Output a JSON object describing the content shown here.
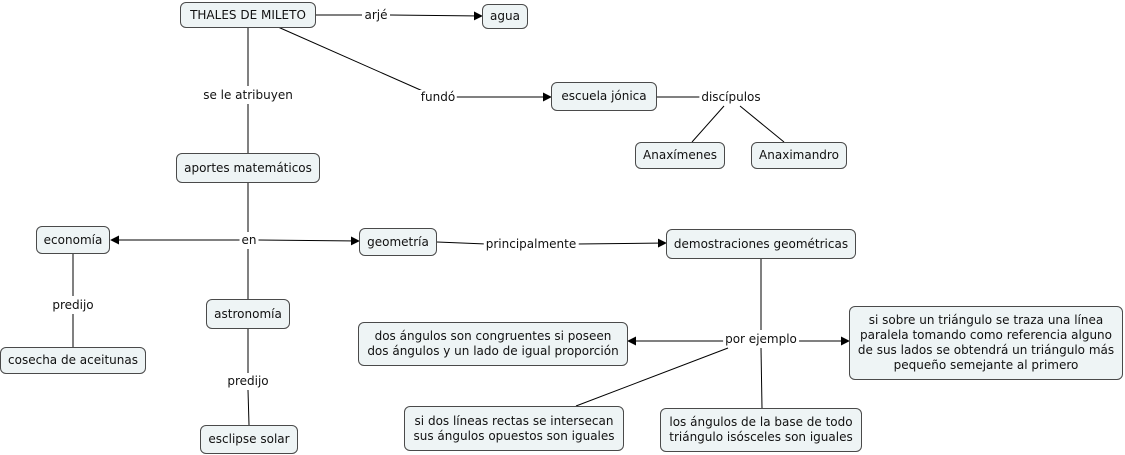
{
  "nodes": {
    "thales": "THALES DE MILETO",
    "agua": "agua",
    "escuela": "escuela jónica",
    "anaximenes": "Anaxímenes",
    "anaximandro": "Anaximandro",
    "aportes": "aportes matemáticos",
    "economia": "economía",
    "geometria": "geometría",
    "demostraciones": "demostraciones geométricas",
    "astronomia": "astronomía",
    "cosecha": "cosecha de aceitunas",
    "eclipse": "esclipse solar",
    "congruentes": "dos ángulos son congruentes si poseen dos ángulos y un lado de igual proporción",
    "paralela": "si sobre un triángulo se traza una línea paralela tomando como referencia alguno de sus lados se obtendrá un triángulo más pequeño semejante al primero",
    "rectas": "si dos líneas rectas se intersecan sus ángulos opuestos son iguales",
    "isosceles": "los ángulos de la base de todo triángulo isósceles son iguales"
  },
  "links": {
    "arje": "arjé",
    "fundo": "fundó",
    "discipulos": "discípulos",
    "atribuyen": "se le atribuyen",
    "en": "en",
    "principalmente": "principalmente",
    "predijo_economia": "predijo",
    "predijo_astronomia": "predijo",
    "por_ejemplo": "por ejemplo"
  }
}
